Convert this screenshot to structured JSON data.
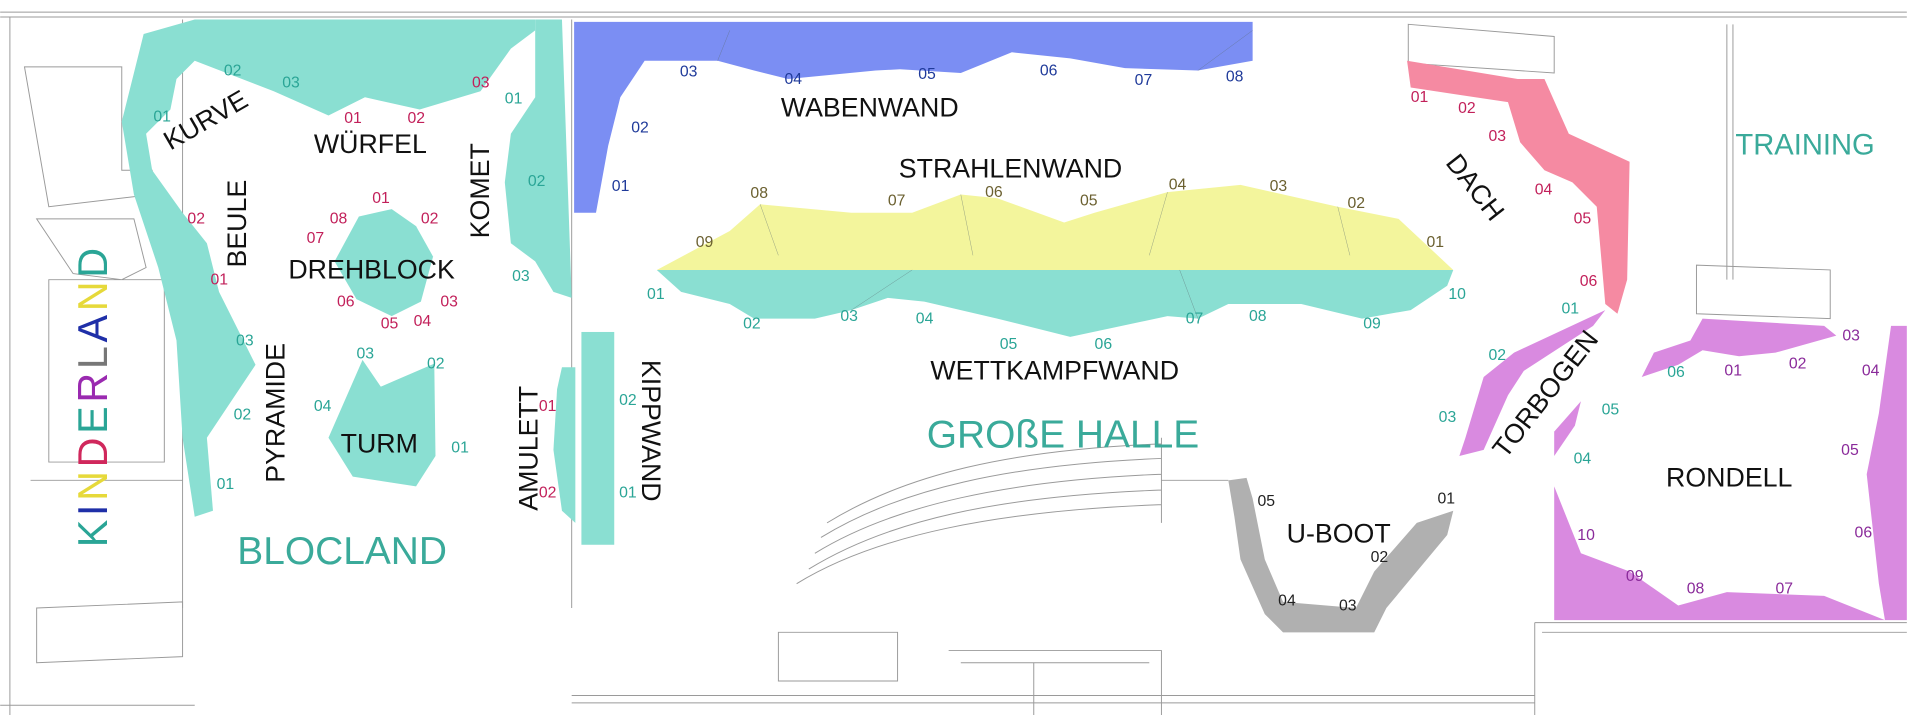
{
  "areas": {
    "kinderland": {
      "label": "KINDERLAND",
      "letter_colors": [
        "#2aa596",
        "#1f2fa8",
        "#e6d93a",
        "#d0285c",
        "#2aa596",
        "#9a2ab0",
        "#777777",
        "#1f2fa8",
        "#e6d93a",
        "#2aa596"
      ]
    },
    "blocland": {
      "label": "BLOCLAND"
    },
    "grosse_halle": {
      "label": "GROßE HALLE"
    },
    "training": {
      "label": "TRAINING"
    }
  },
  "colors": {
    "teal_wall": "#8adfd2",
    "blue_wall": "#7b8ef3",
    "yellow_wall": "#f3f59c",
    "pink_wall": "#f58aa2",
    "purple_wall": "#d98ae0",
    "gray_wall": "#b0b0b0",
    "teal_text": "#2aa596",
    "magenta_text": "#c2205a",
    "blue_text": "#1f3a9a",
    "olive_text": "#6b6030",
    "purple_text": "#8a2a9a",
    "dark_text": "#222222"
  },
  "walls": {
    "kurve": {
      "name": "KURVE",
      "sectors": [
        "01",
        "02",
        "03"
      ],
      "color": "#2aa596"
    },
    "wuerfel": {
      "name": "WÜRFEL",
      "sectors": [
        "01",
        "02",
        "03"
      ],
      "color": "#c2205a"
    },
    "komet": {
      "name": "KOMET",
      "sectors": [
        "01",
        "02",
        "03"
      ],
      "color": "#2aa596"
    },
    "beule": {
      "name": "BEULE",
      "sectors": [
        "02",
        "01"
      ],
      "color": "#c2205a"
    },
    "drehblock": {
      "name": "DREHBLOCK",
      "sectors": [
        "01",
        "02",
        "03",
        "04",
        "05",
        "06",
        "07",
        "08"
      ],
      "color": "#c2205a"
    },
    "pyramide": {
      "name": "PYRAMIDE",
      "sectors": [
        "03",
        "02",
        "01"
      ],
      "color": "#2aa596"
    },
    "turm": {
      "name": "TURM",
      "sectors": [
        "03",
        "02",
        "01",
        "04"
      ],
      "color": "#2aa596"
    },
    "amulett": {
      "name": "AMULETT",
      "sectors": [
        "01",
        "02"
      ],
      "color": "#c2205a"
    },
    "kippwand": {
      "name": "KIPPWAND",
      "sectors": [
        "02",
        "01"
      ],
      "color": "#2aa596"
    },
    "wabenwand": {
      "name": "WABENWAND",
      "sectors": [
        "01",
        "02",
        "03",
        "04",
        "05",
        "06",
        "07",
        "08"
      ],
      "color": "#1f3a9a"
    },
    "strahlenwand": {
      "name": "STRAHLENWAND",
      "sectors": [
        "01",
        "02",
        "03",
        "04",
        "05",
        "06",
        "07",
        "08",
        "09"
      ],
      "color": "#6b6030"
    },
    "wettkampfwand": {
      "name": "WETTKAMPFWAND",
      "sectors": [
        "01",
        "02",
        "03",
        "04",
        "05",
        "06",
        "07",
        "08",
        "09",
        "10"
      ],
      "color": "#2aa596"
    },
    "dach": {
      "name": "DACH",
      "sectors": [
        "01",
        "02",
        "03",
        "04",
        "05",
        "06"
      ],
      "color": "#c2205a"
    },
    "torbogen": {
      "name": "TORBOGEN",
      "sectors": [
        "01",
        "02",
        "03"
      ],
      "color": "#2aa596"
    },
    "rondell": {
      "name": "RONDELL",
      "sectors": [
        "01",
        "02",
        "03",
        "04",
        "05",
        "06",
        "07",
        "08",
        "09",
        "10"
      ],
      "color": "#8a2a9a",
      "extra_sectors": [
        "06",
        "05",
        "04"
      ],
      "extra_color": "#2aa596"
    },
    "uboot": {
      "name": "U-BOOT",
      "sectors": [
        "01",
        "02",
        "03",
        "04",
        "05"
      ],
      "color": "#222222"
    }
  }
}
